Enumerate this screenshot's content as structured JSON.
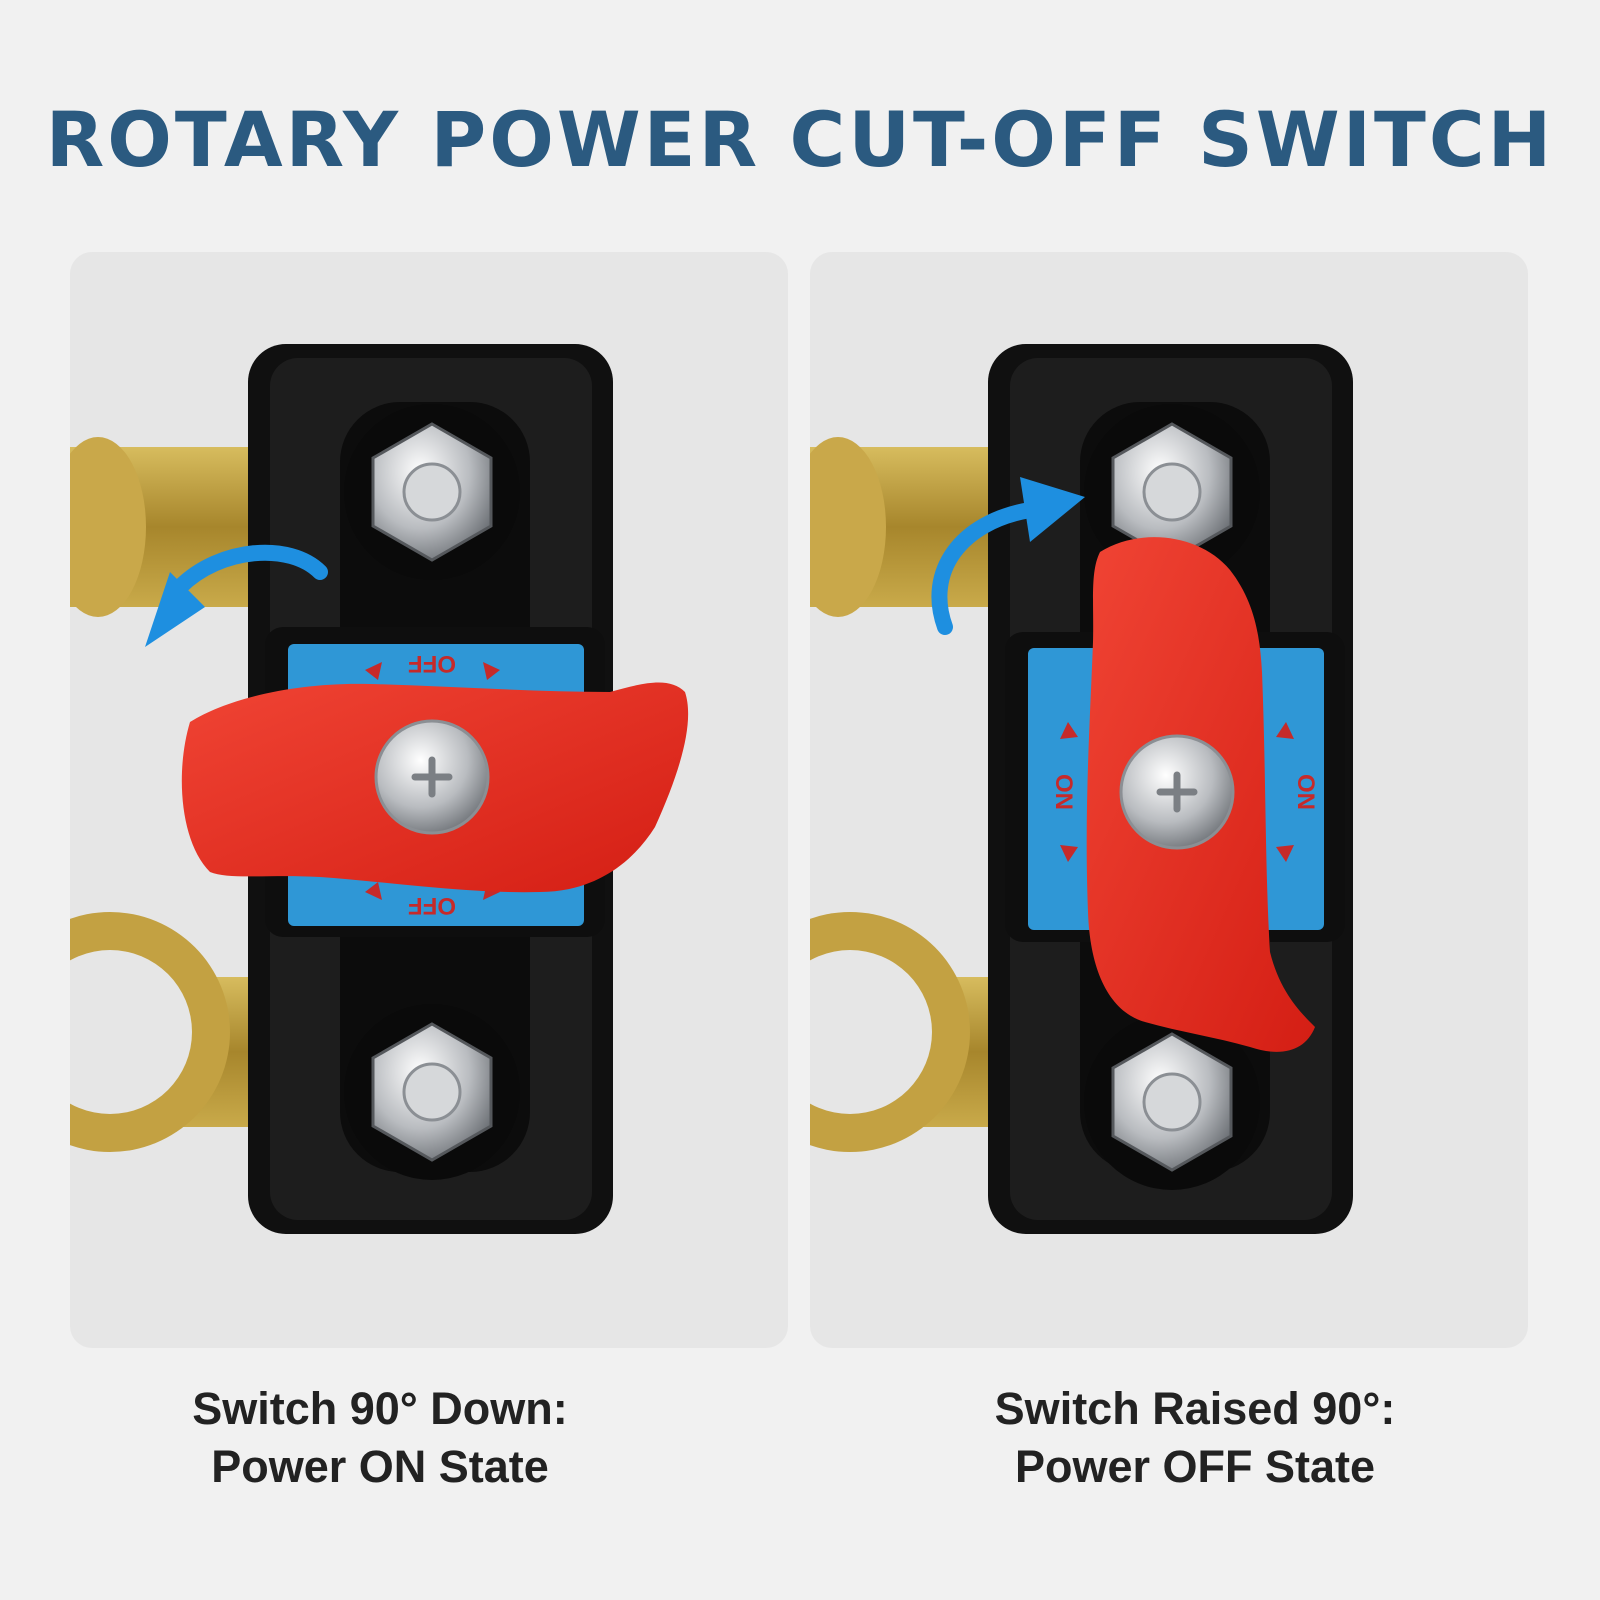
{
  "title": "ROTARY POWER CUT-OFF SWITCH",
  "panels": [
    {
      "state": "on",
      "dial_label": "OFF",
      "caption_line1": "Switch 90° Down:",
      "caption_line2": "Power ON State"
    },
    {
      "state": "off",
      "dial_label": "ON",
      "caption_line1": "Switch Raised 90°:",
      "caption_line2": "Power OFF State"
    }
  ],
  "colors": {
    "title": "#2b5a80",
    "handle": "#e3281c",
    "dial": "#2f97d6",
    "housing": "#151515",
    "brass": "#b8973a",
    "arrow": "#1e8fe0"
  }
}
